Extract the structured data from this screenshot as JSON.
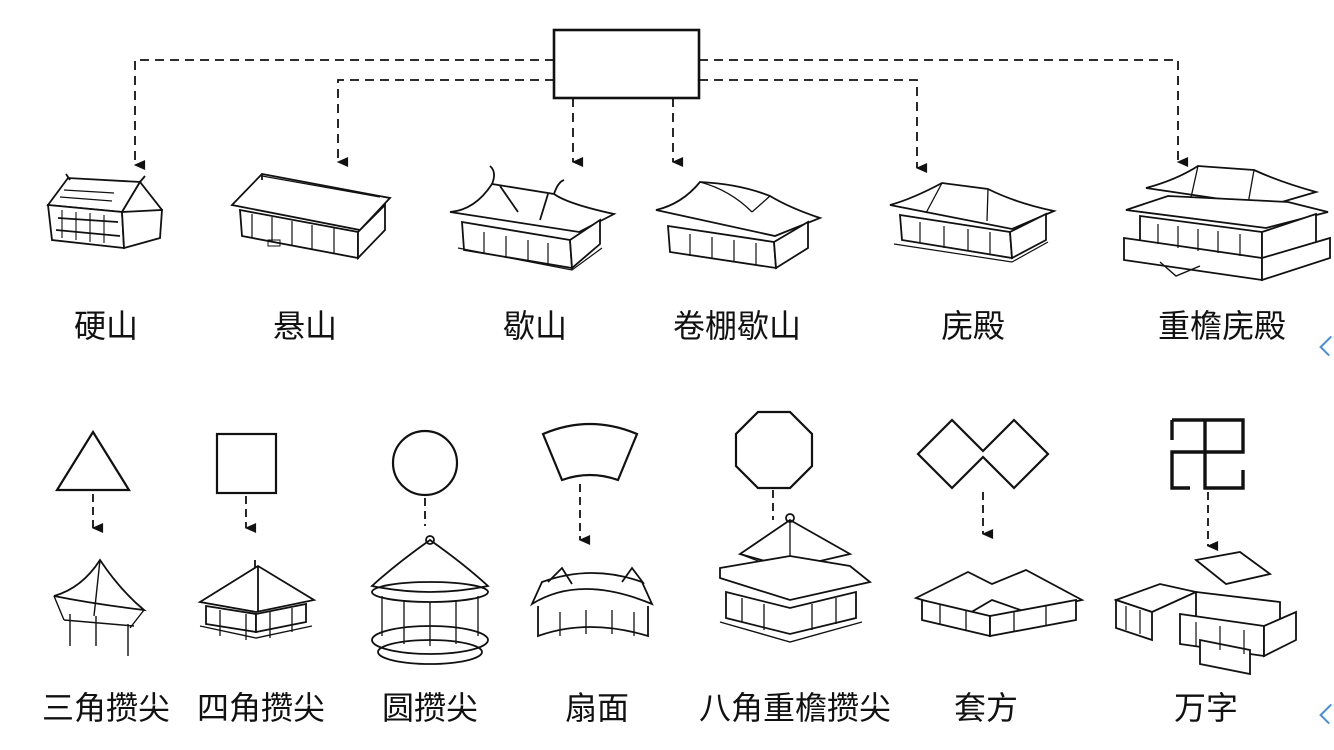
{
  "roof_types": [
    {
      "label": "硬山"
    },
    {
      "label": "悬山"
    },
    {
      "label": "歇山"
    },
    {
      "label": "卷棚歇山"
    },
    {
      "label": "庑殿"
    },
    {
      "label": "重檐庑殿"
    }
  ],
  "plan_shapes": [
    {
      "label": "三角攒尖",
      "shape": "triangle"
    },
    {
      "label": "四角攒尖",
      "shape": "square"
    },
    {
      "label": "圆攒尖",
      "shape": "circle"
    },
    {
      "label": "扇面",
      "shape": "fan"
    },
    {
      "label": "八角重檐攒尖",
      "shape": "octagon"
    },
    {
      "label": "套方",
      "shape": "double-diamond"
    },
    {
      "label": "万字",
      "shape": "swastika"
    }
  ]
}
